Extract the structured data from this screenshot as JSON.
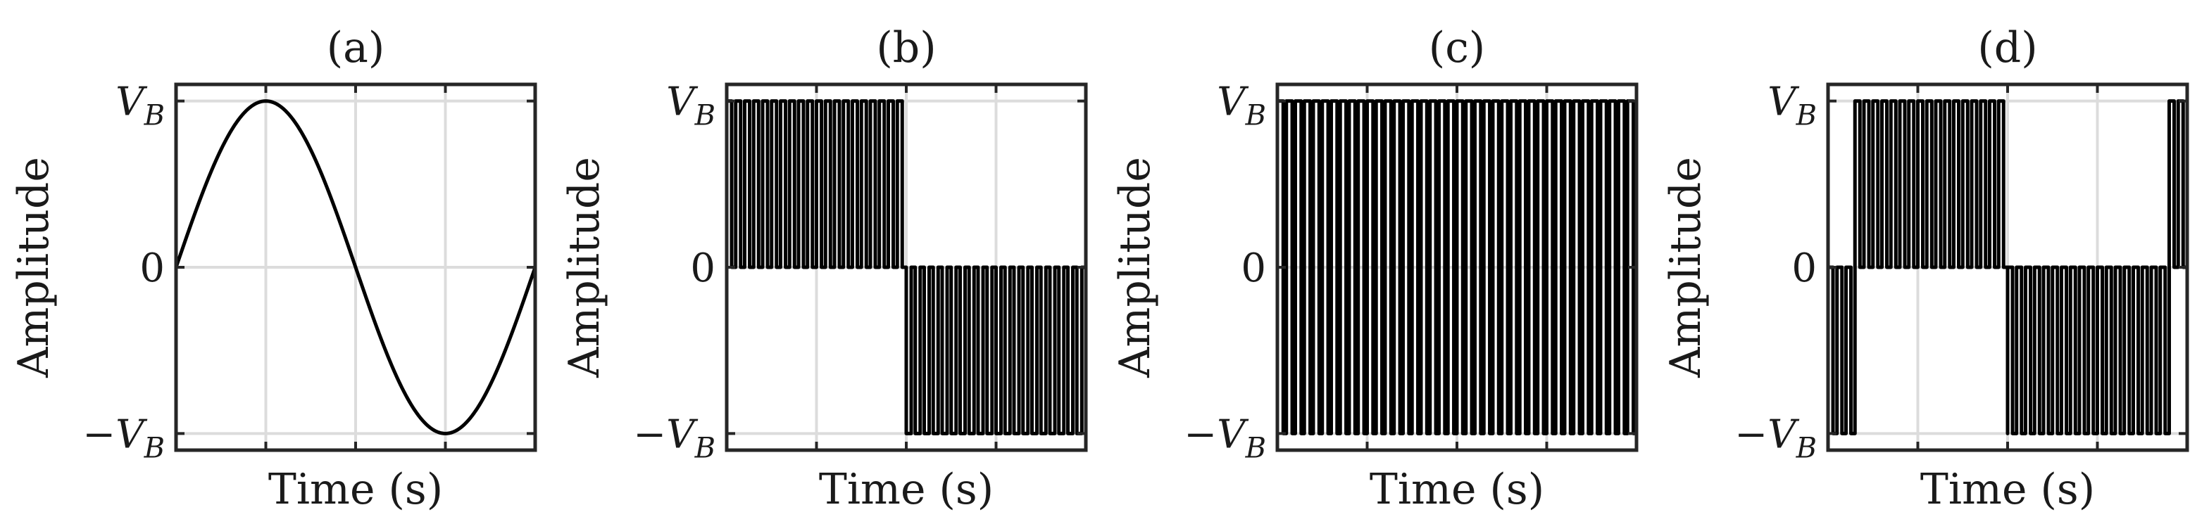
{
  "chart_data": [
    {
      "type": "line",
      "title": "(a)",
      "xlabel": "Time (s)",
      "ylabel": "Amplitude",
      "ytick_labels": [
        "V_B",
        "0",
        "−V_B"
      ],
      "yticks": [
        1,
        0,
        -1
      ],
      "ylim": [
        -1.1,
        1.1
      ],
      "xlim": [
        0,
        1
      ],
      "grid": true,
      "signal": {
        "kind": "sine",
        "periods": 1,
        "amplitude": 1
      }
    },
    {
      "type": "line",
      "title": "(b)",
      "xlabel": "Time (s)",
      "ylabel": "Amplitude",
      "ytick_labels": [
        "V_B",
        "0",
        "−V_B"
      ],
      "yticks": [
        1,
        0,
        -1
      ],
      "ylim": [
        -1.1,
        1.1
      ],
      "xlim": [
        0,
        1
      ],
      "grid": true,
      "signal": {
        "kind": "unipolar_pwm",
        "pulses_per_half": 20,
        "duty": 0.55
      }
    },
    {
      "type": "line",
      "title": "(c)",
      "xlabel": "Time (s)",
      "ylabel": "Amplitude",
      "ytick_labels": [
        "V_B",
        "0",
        "−V_B"
      ],
      "yticks": [
        1,
        0,
        -1
      ],
      "ylim": [
        -1.1,
        1.1
      ],
      "xlim": [
        0,
        1
      ],
      "grid": true,
      "signal": {
        "kind": "bipolar_pwm",
        "pulses": 40,
        "duty": 0.65
      }
    },
    {
      "type": "line",
      "title": "(d)",
      "xlabel": "Time (s)",
      "ylabel": "Amplitude",
      "ytick_labels": [
        "V_B",
        "0",
        "−V_B"
      ],
      "yticks": [
        1,
        0,
        -1
      ],
      "ylim": [
        -1.1,
        1.1
      ],
      "xlim": [
        0,
        1
      ],
      "grid": true,
      "signal": {
        "kind": "mixed_pwm",
        "pulses": 40,
        "duty": 0.55
      }
    }
  ]
}
